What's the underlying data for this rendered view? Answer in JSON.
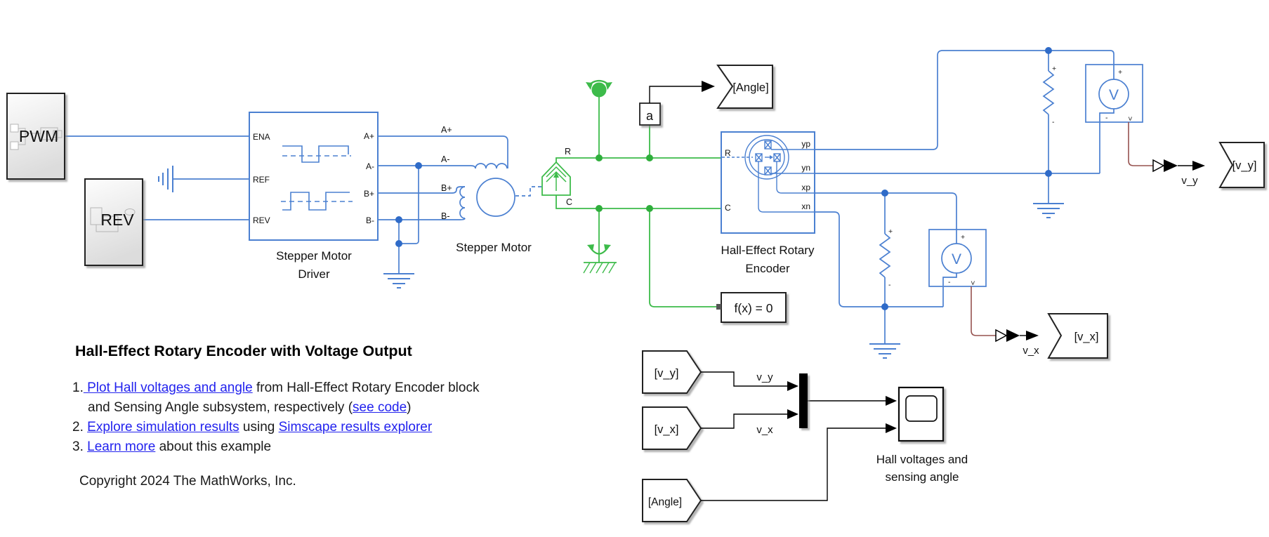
{
  "diagram": {
    "colors": {
      "electrical": "#4b80d1",
      "mechanical": "#3dbb4a",
      "physical_signal": "#96524f",
      "signal": "#000000"
    },
    "pwm": {
      "label": "PWM"
    },
    "rev": {
      "label": "REV"
    },
    "driver": {
      "name_line1": "Stepper Motor",
      "name_line2": "Driver",
      "port_ena": "ENA",
      "port_ref": "REF",
      "port_rev": "REV",
      "port_ap": "A+",
      "port_an": "A-",
      "port_bp": "B+",
      "port_bn": "B-"
    },
    "wire_labels": {
      "ap": "A+",
      "an": "A-",
      "bp": "B+",
      "bn": "B-",
      "r": "R",
      "c": "C",
      "vy": "v_y",
      "vx": "v_x"
    },
    "stepper": {
      "name": "Stepper Motor"
    },
    "encoder": {
      "name_line1": "Hall-Effect Rotary",
      "name_line2": "Encoder",
      "port_r": "R",
      "port_c": "C",
      "port_yp": "yp",
      "port_yn": "yn",
      "port_xp": "xp",
      "port_xn": "xn"
    },
    "angle_sensor": {
      "label": "a"
    },
    "solver": {
      "label": "f(x) = 0"
    },
    "goto_angle": {
      "label": "[Angle]"
    },
    "goto_vy": {
      "label": "[v_y]"
    },
    "goto_vx": {
      "label": "[v_x]"
    },
    "from_vy": {
      "label": "[v_y]"
    },
    "from_vx": {
      "label": "[v_x]"
    },
    "from_angle": {
      "label": "[Angle]"
    },
    "scope": {
      "name_line1": "Hall voltages and",
      "name_line2": "sensing angle"
    },
    "voltmeter1": {
      "symbol": "V",
      "plus": "+",
      "minus": "-",
      "out": ">"
    },
    "voltmeter2": {
      "symbol": "V",
      "plus": "+",
      "minus": "-",
      "out": ">"
    },
    "resistor1": {
      "plus": "+",
      "minus": "-"
    },
    "resistor2": {
      "plus": "+",
      "minus": "-"
    }
  },
  "annotation": {
    "title": "Hall-Effect Rotary Encoder with Voltage Output",
    "item1_num": "1.",
    "item1_link1": " Plot Hall voltages and angle",
    "item1_text1": " from Hall-Effect Rotary Encoder block and Sensing Angle subsystem, respectively (",
    "item1_link2": "see code",
    "item1_text2": ")",
    "item2_num": "2.",
    "item2_link1": "Explore simulation results",
    "item2_text1": " using ",
    "item2_link2": "Simscape results explorer",
    "item3_num": "3.",
    "item3_link1": "Learn more",
    "item3_text1": " about this example",
    "copyright": "Copyright 2024 The MathWorks, Inc."
  }
}
